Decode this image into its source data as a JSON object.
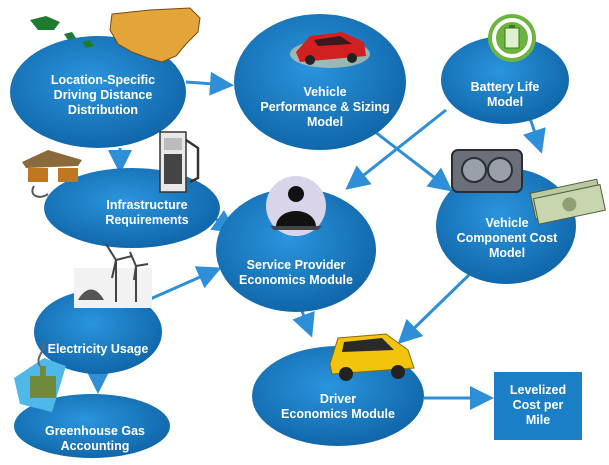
{
  "colors": {
    "node_fill": "#1b7fc8",
    "node_fill_dark": "#0f5f9e",
    "arrow": "#2e8fd8",
    "text": "#ffffff",
    "map_us": "#e3a43a",
    "car_red": "#d22020",
    "car_yellow": "#f2c40c"
  },
  "nodes": {
    "location": "Location-Specific\nDriving Distance\nDistribution",
    "vehicle_perf": "Vehicle\nPerformance & Sizing\nModel",
    "battery": "Battery Life\nModel",
    "infrastructure": "Infrastructure\nRequirements",
    "service": "Service Provider\nEconomics Module",
    "component": "Vehicle\nComponent Cost\nModel",
    "electricity": "Electricity Usage",
    "driver": "Driver\nEconomics Module",
    "ghg": "Greenhouse Gas\nAccounting"
  },
  "output_box": "Levelized\nCost per\nMile",
  "icons": {
    "location": "us-map-icon",
    "vehicle_perf": "red-sports-car-icon",
    "battery": "recycle-battery-icon",
    "infrastructure": "charging-station-icon",
    "fuel": "fuel-pump-icon",
    "service": "service-provider-person-icon",
    "component": "engine-and-money-icon",
    "electricity": "wind-turbine-icon",
    "driver": "yellow-taxi-car-icon",
    "ghg": "factory-icon"
  }
}
